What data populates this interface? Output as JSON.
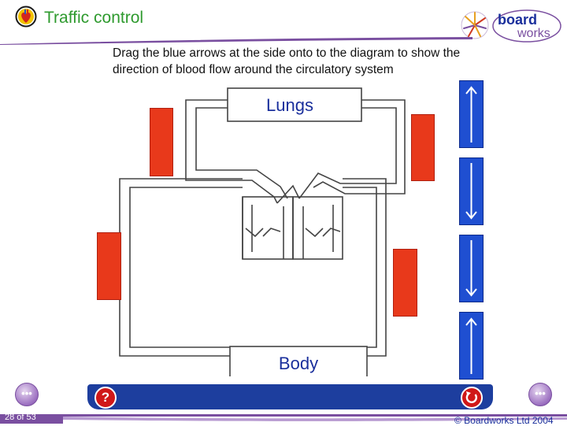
{
  "header": {
    "title": "Traffic control",
    "title_color": "#2e9a2e",
    "title_icon": "heart-circulation-icon",
    "logo_word1": "board",
    "logo_word2": "works",
    "logo_icon": "boardworks-star-icon"
  },
  "instruction": "Drag the blue arrows at the side onto to the diagram to show the direction of blood flow around the circulatory system",
  "diagram": {
    "lungs_label": "Lungs",
    "body_label": "Body",
    "slot_color": "#e8391b",
    "slots_count": 4
  },
  "arrows": [
    {
      "direction": "up",
      "icon": "arrow-up-icon"
    },
    {
      "direction": "down",
      "icon": "arrow-down-icon"
    },
    {
      "direction": "down",
      "icon": "arrow-down-icon"
    },
    {
      "direction": "up",
      "icon": "arrow-up-icon"
    }
  ],
  "arrow_color": "#1f4fd1",
  "controls": {
    "help_label": "?",
    "help_icon": "help-icon",
    "reset_icon": "reset-icon",
    "bar_color": "#1d3e9e"
  },
  "nav": {
    "prev_icon": "previous-slide-icon",
    "next_icon": "next-slide-icon"
  },
  "footer": {
    "page": "28 of 53",
    "copyright": "© Boardworks Ltd 2004"
  }
}
